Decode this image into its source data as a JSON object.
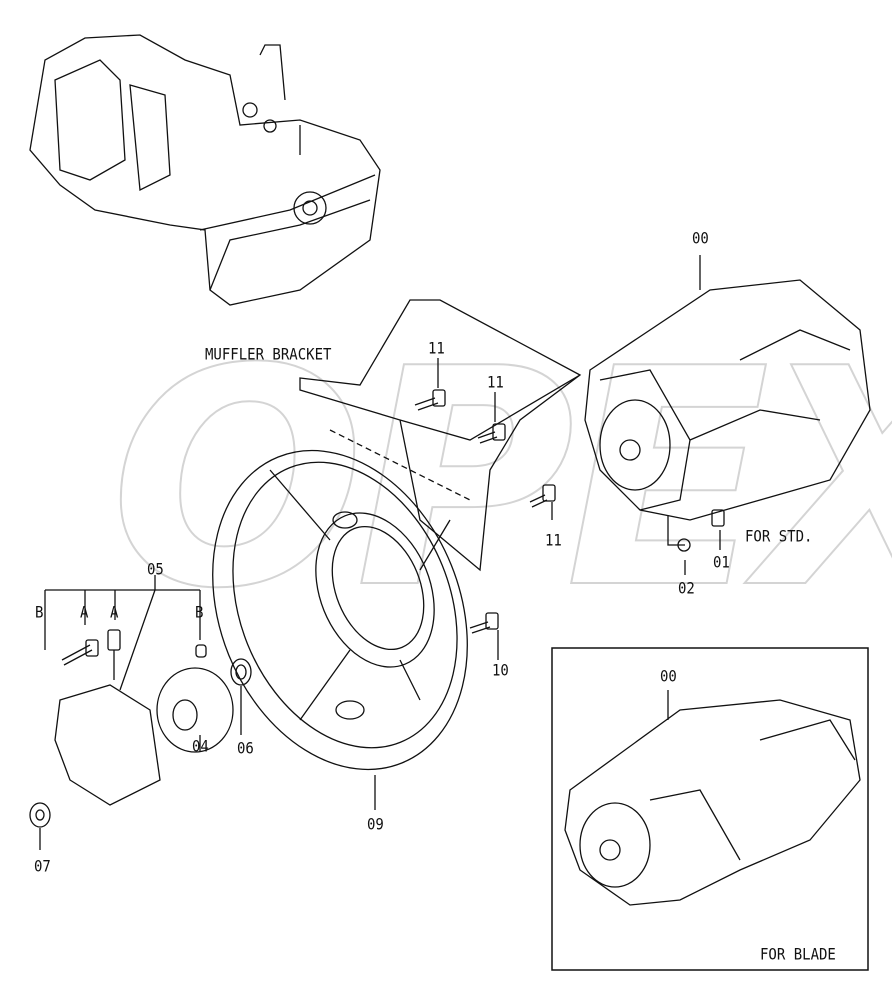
{
  "watermark": "OPEX",
  "labels": {
    "pump_std_ref": "00",
    "muffler_bracket": "MUFFLER BRACKET",
    "bolt_11_a": "11",
    "bolt_11_b": "11",
    "bolt_11_c": "11",
    "for_std": "FOR STD.",
    "ref_02": "02",
    "ref_01": "01",
    "ref_05": "05",
    "ref_b_left": "B",
    "ref_a_left": "A",
    "ref_a_right": "A",
    "ref_b_right": "B",
    "ref_10": "10",
    "ref_06": "06",
    "ref_04": "04",
    "ref_09": "09",
    "ref_07": "07",
    "pump_blade_ref": "00",
    "for_blade": "FOR BLADE"
  },
  "colors": {
    "line": "#111111",
    "watermark": "#d4d4d4"
  }
}
